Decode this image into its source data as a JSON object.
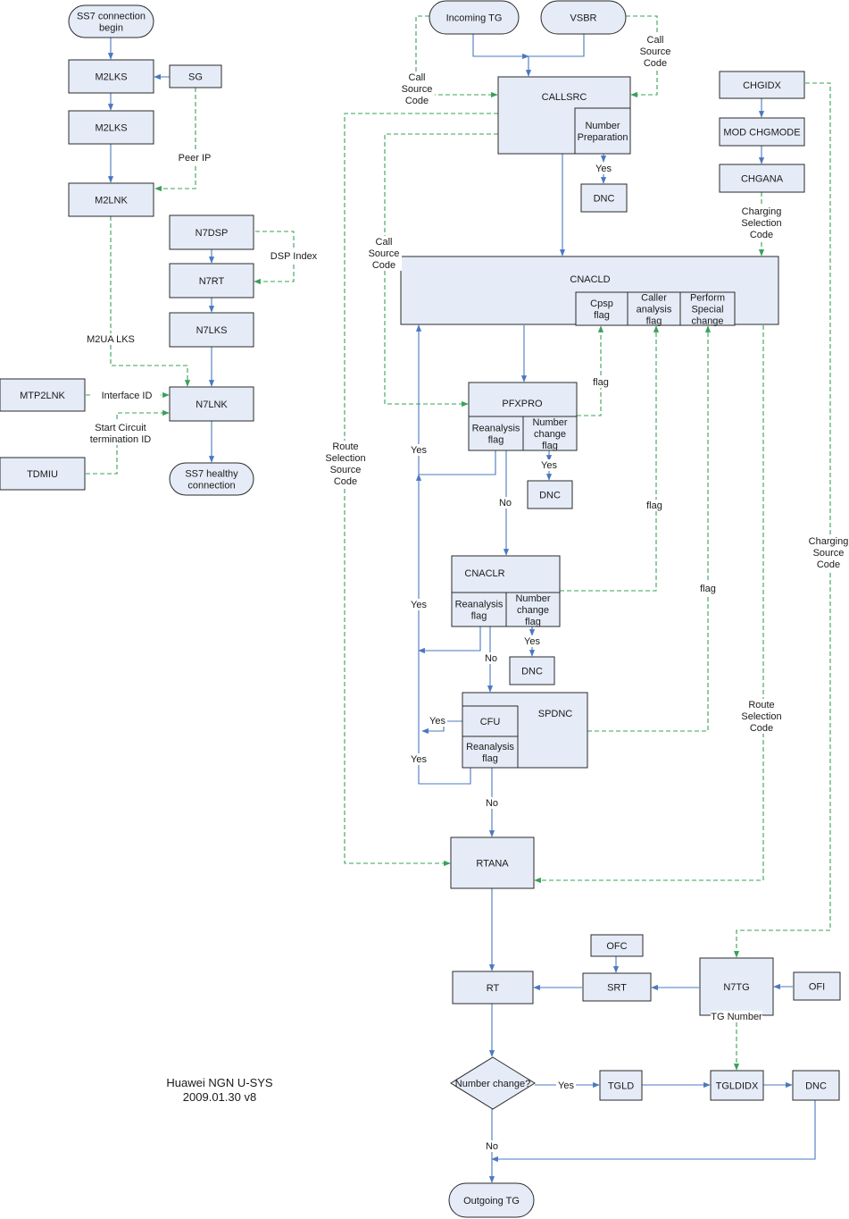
{
  "caption": {
    "line1": "Huawei NGN U-SYS",
    "line2": "2009.01.30 v8"
  },
  "nodes": {
    "ss7_begin": "SS7 connection begin",
    "m2lks_1": "M2LKS",
    "sg": "SG",
    "m2lks_2": "M2LKS",
    "m2lnk": "M2LNK",
    "n7dsp": "N7DSP",
    "n7rt": "N7RT",
    "n7lks": "N7LKS",
    "mtp2lnk": "MTP2LNK",
    "n7lnk": "N7LNK",
    "tdmiu": "TDMIU",
    "ss7_healthy": "SS7 healthy connection",
    "incoming_tg": "Incoming TG",
    "vsbr": "VSBR",
    "callsrc": "CALLSRC",
    "number_preparation": "Number Preparation",
    "dnc_1": "DNC",
    "chgidx": "CHGIDX",
    "mod_chgmode": "MOD CHGMODE",
    "chgana": "CHGANA",
    "cnacld": "CNACLD",
    "cpsp_flag": "Cpsp flag",
    "caller_analysis_flag": "Caller analysis flag",
    "perform_special_change": "Perform Special change",
    "pfxpro": "PFXPRO",
    "pfx_reanalysis": "Reanalysis flag",
    "pfx_number_change": "Number change flag",
    "dnc_2": "DNC",
    "cnaclr": "CNACLR",
    "clr_reanalysis": "Reanalysis flag",
    "clr_number_change": "Number change flag",
    "dnc_3": "DNC",
    "spdnc": "SPDNC",
    "cfu": "CFU",
    "sp_reanalysis": "Reanalysis flag",
    "rtana": "RTANA",
    "ofc": "OFC",
    "rt": "RT",
    "srt": "SRT",
    "n7tg": "N7TG",
    "ofi": "OFI",
    "number_change_q": "Number change?",
    "tgld": "TGLD",
    "tgldidx": "TGLDIDX",
    "dnc_4": "DNC",
    "outgoing_tg": "Outgoing TG"
  },
  "labels": {
    "peer_ip": "Peer IP",
    "dsp_index": "DSP Index",
    "m2ua_lks": "M2UA LKS",
    "interface_id": "Interface ID",
    "start_circuit": "Start Circuit termination ID",
    "call_source_code_l": "Call Source Code",
    "call_source_code_r": "Call Source Code",
    "call_source_code_m": "Call Source Code",
    "charging_selection_code": "Charging Selection Code",
    "route_selection_source_code": "Route Selection Source Code",
    "charging_source_code": "Charging Source Code",
    "route_selection_code": "Route Selection Code",
    "yes_np": "Yes",
    "yes_pfx": "Yes",
    "yes_clr": "Yes",
    "yes_left_1": "Yes",
    "yes_left_2": "Yes",
    "yes_cfu": "Yes",
    "yes_left_3": "Yes",
    "yes_numchange": "Yes",
    "no_1": "No",
    "no_2": "No",
    "no_3": "No",
    "no_4": "No",
    "flag_1": "flag",
    "flag_2": "flag",
    "flag_3": "flag",
    "tg_number": "TG Number"
  },
  "colors": {
    "box_fill": "#e5ecf7",
    "box_stroke": "#2a2a2a",
    "blue_arrow": "#4a78c0",
    "green_dash": "#3aa05a",
    "text": "#1a1a1a"
  }
}
